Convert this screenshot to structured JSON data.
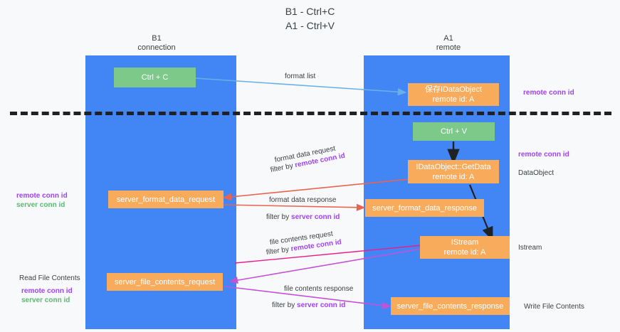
{
  "title": "B1 - Ctrl+C\nA1 - Ctrl+V",
  "colors": {
    "lane": "#4285f4",
    "node_orange": "#f9ab5c",
    "node_green": "#7dc98a",
    "remote_conn_id": "#a142f4",
    "server_conn_id": "#5bb974",
    "arrow_blue": "#6ab0e8",
    "arrow_red": "#ea6352",
    "arrow_magenta": "#c452d8",
    "arrow_pink": "#e91e8c",
    "arrow_black": "#202124"
  },
  "lanes": [
    {
      "id": "b1",
      "title": "B1\nconnection"
    },
    {
      "id": "a1",
      "title": "A1\nremote"
    }
  ],
  "nodes": [
    {
      "id": "ctrl-c",
      "kind": "green",
      "l1": "Ctrl + C",
      "l2": ""
    },
    {
      "id": "save-idataobject",
      "kind": "orange",
      "l1": "保存IDataObject",
      "l2": "remote id: A"
    },
    {
      "id": "ctrl-v",
      "kind": "green",
      "l1": "Ctrl + V",
      "l2": ""
    },
    {
      "id": "idataobject-getdata",
      "kind": "orange",
      "l1": "IDataObject::GetData",
      "l2": "remote id: A"
    },
    {
      "id": "server-format-data-request",
      "kind": "orange",
      "l1": "server_format_data_request",
      "l2": ""
    },
    {
      "id": "server-format-data-response",
      "kind": "orange",
      "l1": "server_format_data_response",
      "l2": ""
    },
    {
      "id": "istream",
      "kind": "orange",
      "l1": "IStream",
      "l2": "remote id: A"
    },
    {
      "id": "server-file-contents-request",
      "kind": "orange",
      "l1": "server_file_contents_request",
      "l2": ""
    },
    {
      "id": "server-file-contents-response",
      "kind": "orange",
      "l1": "server_file_contents_response",
      "l2": ""
    }
  ],
  "edge_labels": {
    "format_list": "format list",
    "format_data_request": "format data request",
    "format_data_request_filter_prefix": "filter by ",
    "format_data_request_filter_token": "remote conn id",
    "format_data_response": "format data response",
    "format_data_response_filter_prefix": "filter by ",
    "format_data_response_filter_token": "server conn id",
    "file_contents_request": "file contents request",
    "file_contents_request_filter_prefix": "filter by ",
    "file_contents_request_filter_token": "remote conn id",
    "file_contents_response": "file contents response",
    "file_contents_response_filter_prefix": "filter by ",
    "file_contents_response_filter_token": "server conn id"
  },
  "side_labels": {
    "right_remote_conn_id_top": "remote conn id",
    "right_remote_conn_id_mid": "remote conn id",
    "right_dataobject": "DataObject",
    "right_istream": "Istream",
    "right_write_file_contents": "Write File Contents",
    "left_remote_conn_id_mid": "remote conn id",
    "left_server_conn_id_mid": "server conn id",
    "left_read_file_contents": "Read File Contents",
    "left_remote_conn_id_bottom": "remote conn id",
    "left_server_conn_id_bottom": "server conn id"
  }
}
